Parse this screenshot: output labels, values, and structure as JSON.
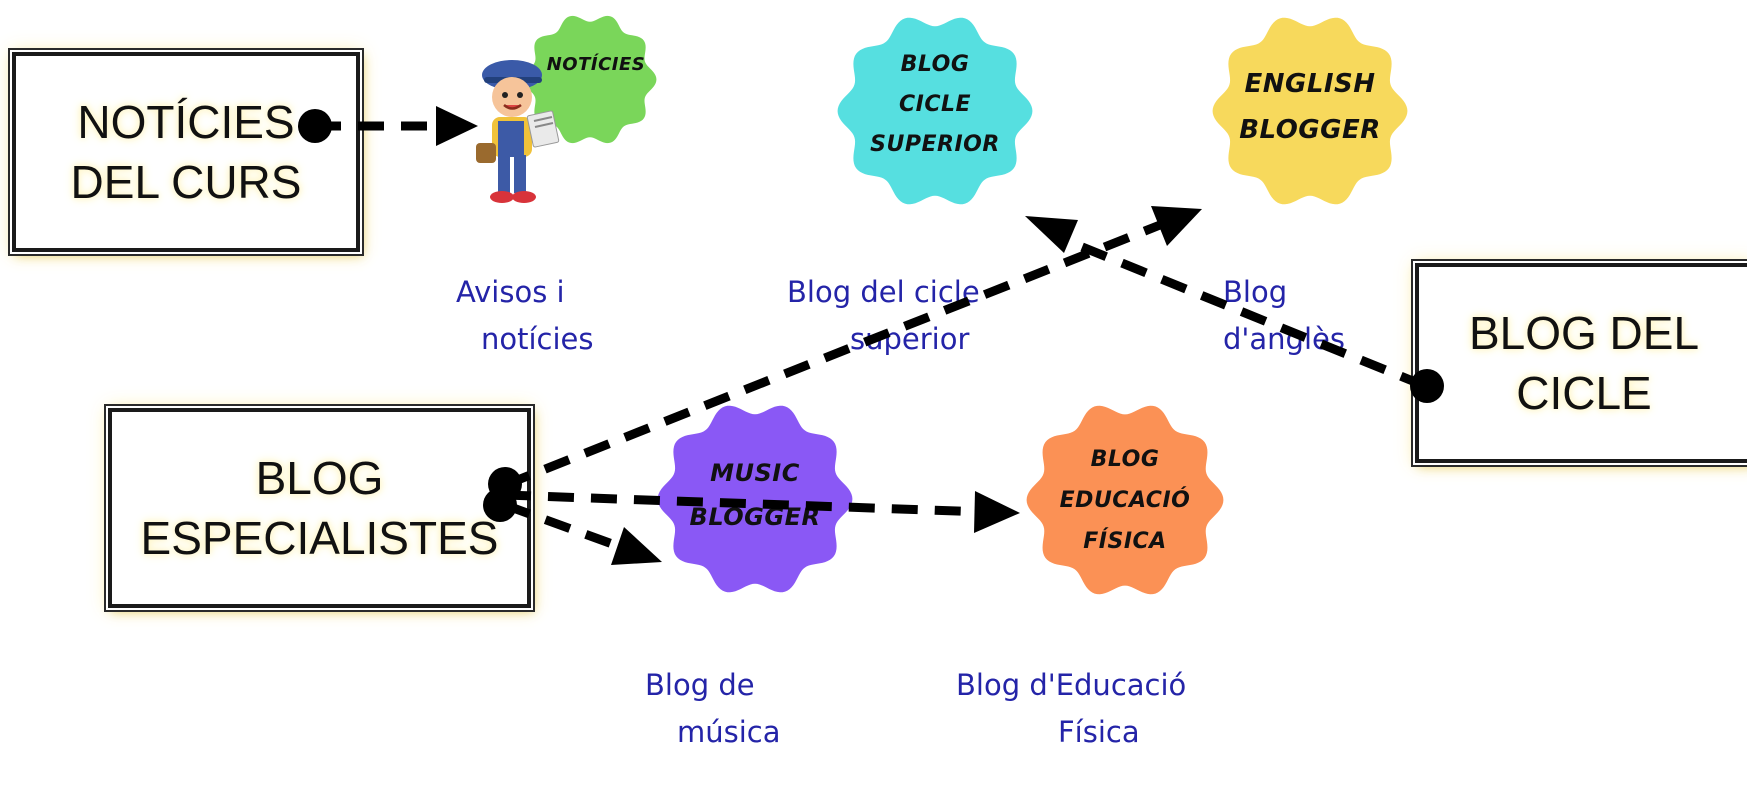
{
  "boxes": {
    "noticies_del_curs": "NOTÍCIES\nDEL CURS",
    "blog_especialistes": "BLOG\nESPECIALISTES",
    "blog_del_cicle": "BLOG DEL\nCICLE"
  },
  "badges": {
    "noticies": {
      "label": "NOTÍCIES",
      "color": "#7ad65a"
    },
    "cicle_superior": {
      "label": "BLOG\nCICLE SUPERIOR",
      "color": "#56dfe0"
    },
    "english": {
      "label": "ENGLISH\nBLOGGER",
      "color": "#f7d95c"
    },
    "music": {
      "label": "MUSIC\nBLOGGER",
      "color": "#8a58f5"
    },
    "educacio_fisica": {
      "label": "BLOG\nEDUCACIÓ\nFÍSICA",
      "color": "#fb9155"
    }
  },
  "captions": {
    "avisos_line1": "Avisos i",
    "avisos_line2": "notícies",
    "cicle_line1": "Blog del cicle",
    "cicle_line2": "superior",
    "angles_line1": "Blog",
    "angles_line2": "d'anglès",
    "musica_line1": "Blog de",
    "musica_line2": "música",
    "ef_line1": "Blog d'Educació",
    "ef_line2": "Física"
  },
  "colors": {
    "link": "#2424a8",
    "arrow": "#000000"
  }
}
